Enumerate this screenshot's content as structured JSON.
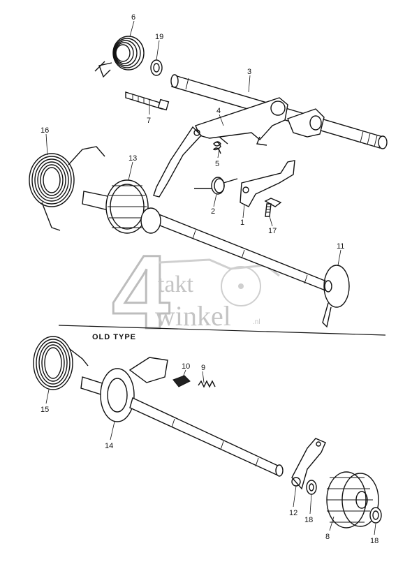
{
  "watermark": {
    "digit": "4",
    "word_top": "takt",
    "word_bottom": "winkel",
    "suffix": ".nl"
  },
  "section_label": "OLD TYPE",
  "callouts": {
    "c6": "6",
    "c19": "19",
    "c3": "3",
    "c7": "7",
    "c4": "4",
    "c16": "16",
    "c13": "13",
    "c5": "5",
    "c2": "2",
    "c1": "1",
    "c17": "17",
    "c11": "11",
    "c10": "10",
    "c9": "9",
    "c15": "15",
    "c14": "14",
    "c12": "12",
    "c18a": "18",
    "c8": "8",
    "c18b": "18"
  },
  "colors": {
    "ink": "#111111",
    "watermark": "#bdbdbd",
    "paper": "#ffffff"
  }
}
